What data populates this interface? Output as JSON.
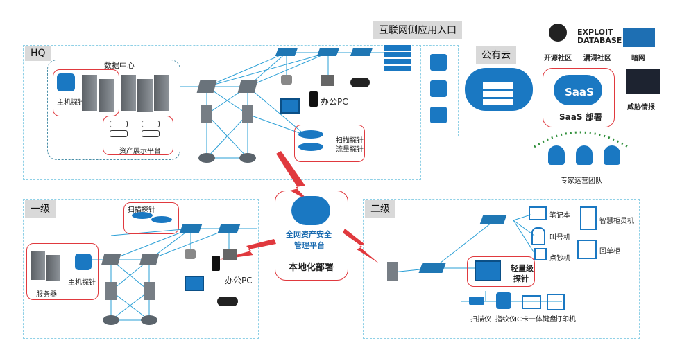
{
  "regions": {
    "hq": "HQ",
    "level1": "一级",
    "level2": "二级",
    "internet": "互联网侧应用入口",
    "public_cloud": "公有云"
  },
  "hq": {
    "data_center": "数据中心",
    "host_probe": "主机探针",
    "asset_platform": "资产展示平台",
    "scan_probe_line1": "扫描探针",
    "scan_probe_line2": "流量探针",
    "office_pc": "办公PC"
  },
  "center": {
    "platform_line1": "全网资产安全",
    "platform_line2": "管理平台",
    "local_deploy": "本地化部署"
  },
  "level1": {
    "scan_probe": "扫描探针",
    "host_probe": "主机探针",
    "server": "服务器",
    "office_pc": "办公PC"
  },
  "level2": {
    "laptop": "笔记本",
    "caller": "叫号机",
    "cash_counter": "点钞机",
    "smart_teller": "智慧柜员机",
    "receipt_cabinet": "回单柜",
    "light_probe_line1": "轻量级",
    "light_probe_line2": "探针",
    "scanner": "扫描仪",
    "fingerprint": "指纹仪",
    "ic_keyboard": "IC卡一体键盘",
    "printer": "打印机"
  },
  "cloud": {
    "open_source": "开源社区",
    "vuln_community": "漏洞社区",
    "darknet": "暗网",
    "threat_intel": "威胁情报",
    "saas_logo": "SaaS",
    "saas_deploy": "SaaS 部署",
    "expert_team": "专家运营团队",
    "exploit_line1": "EXPLOIT",
    "exploit_line2": "DATABASE"
  },
  "colors": {
    "dashed_border": "#8fd0e6",
    "red_box": "#e0393e",
    "blue": "#1a78c2",
    "green_dots": "#2f8f3a",
    "tag_bg": "#d9d9d9"
  }
}
